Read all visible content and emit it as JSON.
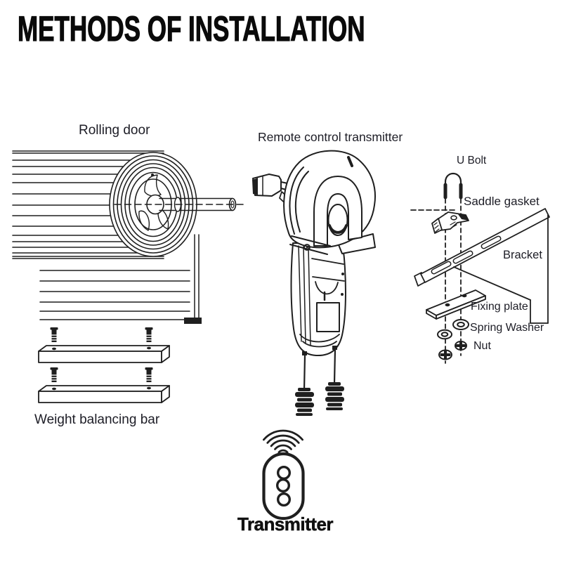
{
  "title": "METHODS OF INSTALLATION",
  "figures": {
    "rolling_door": {
      "label": "Rolling door"
    },
    "motor_unit": {
      "label": "Remote control transmitter"
    },
    "weight_balancing_bar": {
      "label": "Weight balancing bar"
    },
    "mounting_hardware": {
      "u_bolt": "U Bolt",
      "saddle_gasket": "Saddle gasket",
      "bracket": "Bracket",
      "fixing_plate": "Fixing plate",
      "spring_washer": "Spring Washer",
      "nut": "Nut"
    },
    "remote": {
      "label": "Transmitter"
    }
  },
  "colors": {
    "ink": "#1f1f1f",
    "label_text": "#1d1d26",
    "title_text": "#0a0a0a",
    "background": "#ffffff"
  }
}
